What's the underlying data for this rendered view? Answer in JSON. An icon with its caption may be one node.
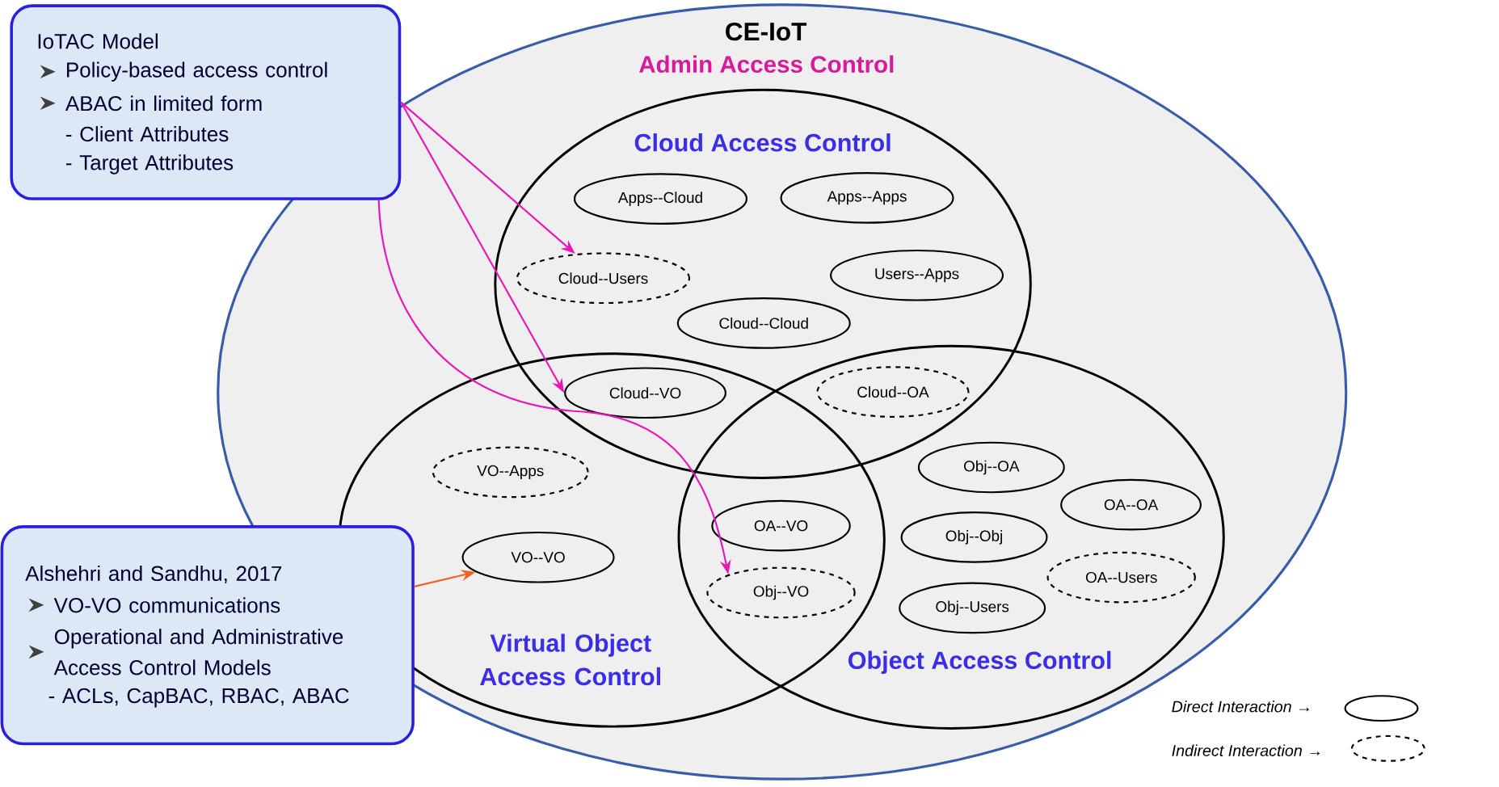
{
  "diagram": {
    "nodes": [
      {
        "text": [
          "IoTAC Model",
          "Policy-based access control",
          "ABAC in limited form",
          "- Client Attributes",
          "- Target Attributes"
        ]
      },
      {
        "text": [
          "CE-IoT",
          "Admin Access Control"
        ]
      },
      {
        "text": [
          "Cloud Access Control"
        ],
        "in": 1
      },
      {
        "text": [
          "Apps--Cloud"
        ],
        "in": 2
      },
      {
        "text": [
          "Apps--Apps"
        ],
        "in": 2
      },
      {
        "text": [
          "Cloud--Users"
        ],
        "in": 2
      },
      {
        "text": [
          "Users--Apps"
        ],
        "in": 2
      },
      {
        "text": [
          "Cloud--Cloud"
        ],
        "in": 2
      },
      {
        "text": [
          "Virtual Object Access Control"
        ],
        "in": 1
      },
      {
        "text": [
          "Object Access Control"
        ],
        "in": 1
      },
      {
        "text": [
          "Cloud--VO"
        ]
      },
      {
        "text": [
          "Cloud--OA"
        ]
      },
      {
        "text": [
          "VO--Apps"
        ],
        "in": 8
      },
      {
        "text": [
          "Obj--OA"
        ],
        "in": 9
      },
      {
        "text": [
          "OA--OA"
        ],
        "in": 9
      },
      {
        "text": [
          "OA--VO"
        ]
      },
      {
        "text": [
          "Obj--Obj"
        ],
        "in": 9
      },
      {
        "text": [
          "VO--VO"
        ],
        "in": 8
      },
      {
        "text": [
          "Obj--VO"
        ]
      },
      {
        "text": [
          "OA--Users"
        ],
        "in": 9
      },
      {
        "text": [
          "Obj--Users"
        ],
        "in": 9
      },
      {
        "text": [
          "Alshehri and Sandhu, 2017",
          "VO-VO communications",
          "Operational and Administrative Access Control Models",
          "- ACLs, CapBAC, RBAC, ABAC"
        ]
      }
    ],
    "edges": [
      {
        "from": 0,
        "to": 5,
        "arrow": "to"
      },
      {
        "from": 0,
        "to": 10,
        "arrow": "to"
      },
      {
        "from": 0,
        "to": 18,
        "arrow": "to"
      },
      {
        "from": 21,
        "to": 17,
        "arrow": "to",
        "color": "#f0622a"
      }
    ],
    "legend": [
      {
        "text": "Direct Interaction →"
      },
      {
        "text": "Indirect Interaction →"
      }
    ]
  }
}
